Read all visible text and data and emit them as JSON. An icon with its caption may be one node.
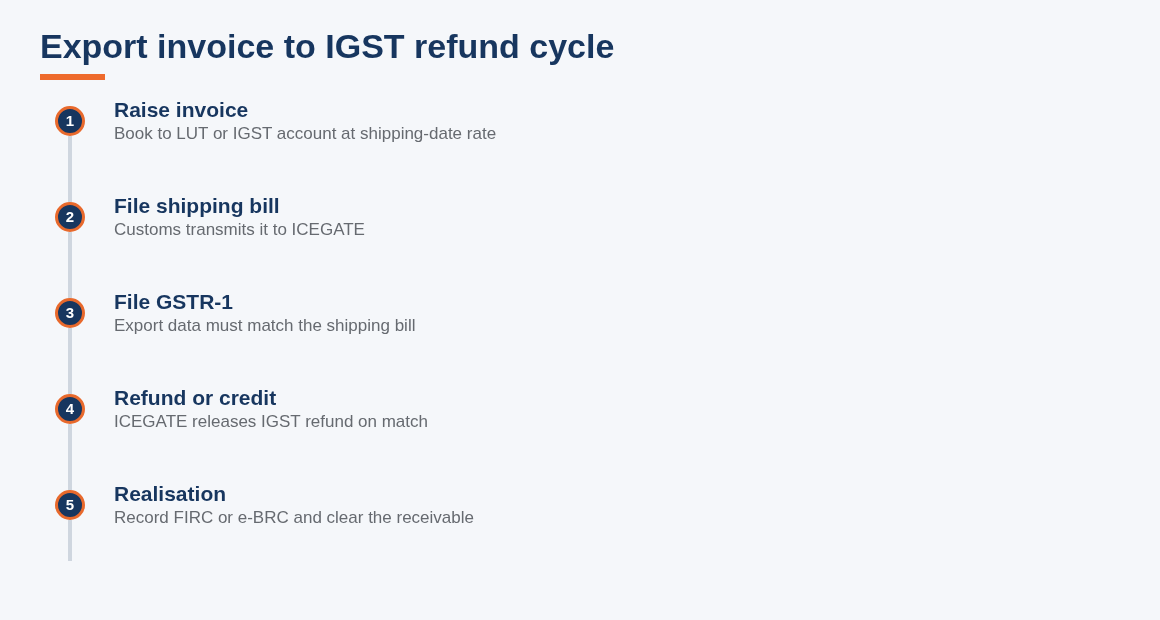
{
  "diagram": {
    "title": "Export invoice to IGST refund cycle",
    "nodes": [
      {
        "text": [
          "1"
        ],
        "beside": [
          "Raise invoice",
          "Book to LUT or IGST account at shipping-date rate"
        ]
      },
      {
        "text": [
          "2"
        ],
        "beside": [
          "File shipping bill",
          "Customs transmits it to ICEGATE"
        ]
      },
      {
        "text": [
          "3"
        ],
        "beside": [
          "File GSTR-1",
          "Export data must match the shipping bill"
        ]
      },
      {
        "text": [
          "4"
        ],
        "beside": [
          "Refund or credit",
          "ICEGATE releases IGST refund on match"
        ]
      },
      {
        "text": [
          "5"
        ],
        "beside": [
          "Realisation",
          "Record FIRC or e-BRC and clear the receivable"
        ]
      }
    ],
    "edges": [
      {
        "from": 0,
        "to": 1,
        "arrow": "none"
      },
      {
        "from": 1,
        "to": 2,
        "arrow": "none"
      },
      {
        "from": 2,
        "to": 3,
        "arrow": "none"
      },
      {
        "from": 3,
        "to": 4,
        "arrow": "none"
      },
      {
        "from": 4,
        "to": null,
        "arrow": "none"
      }
    ]
  }
}
